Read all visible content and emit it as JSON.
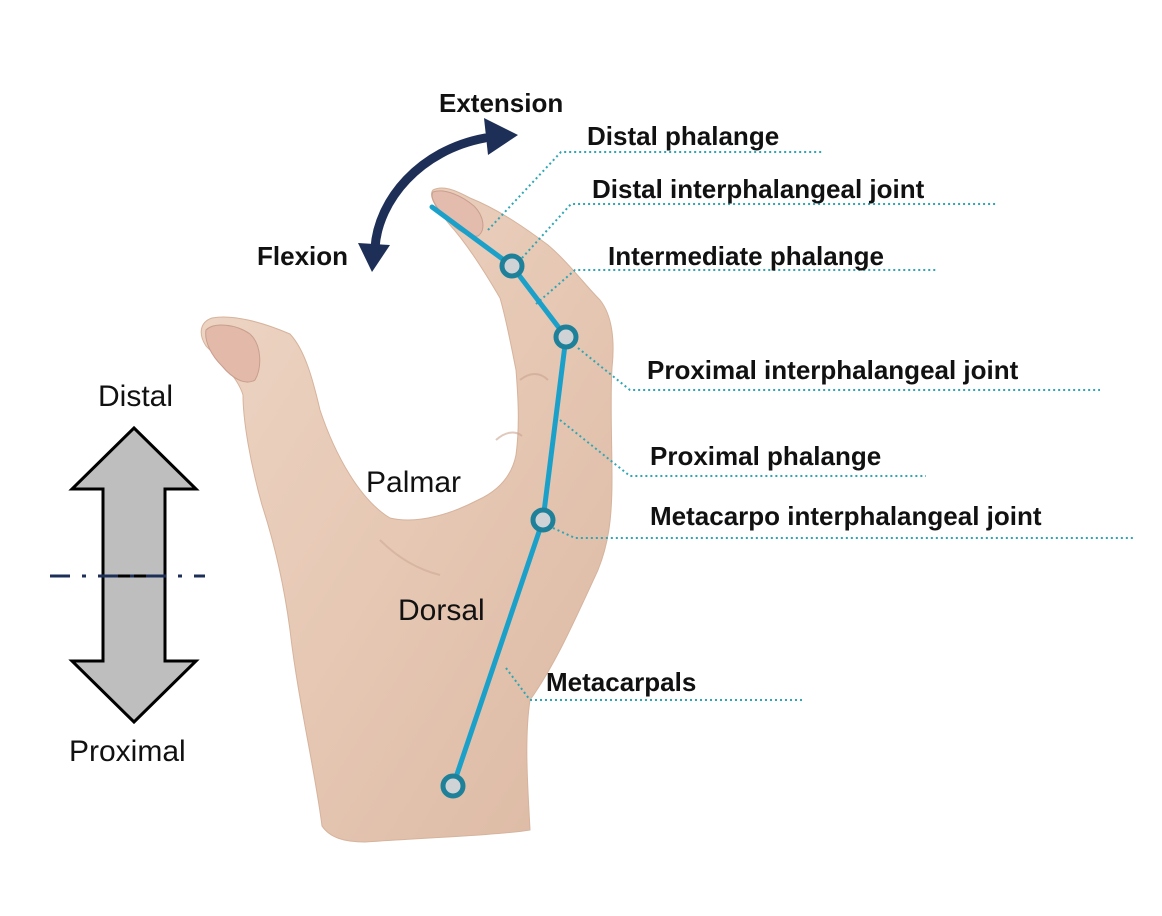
{
  "motion": {
    "extension": "Extension",
    "flexion": "Flexion"
  },
  "anatomy_labels": {
    "distal_phalange": "Distal phalange",
    "distal_interphalangeal_joint": "Distal interphalangeal joint",
    "intermediate_phalange": "Intermediate phalange",
    "proximal_interphalangeal_joint": "Proximal interphalangeal joint",
    "proximal_phalange": "Proximal phalange",
    "metacarpo_interphalangeal_joint": "Metacarpo interphalangeal joint",
    "metacarpals": "Metacarpals"
  },
  "regions": {
    "palmar": "Palmar",
    "dorsal": "Dorsal"
  },
  "direction": {
    "distal": "Distal",
    "proximal": "Proximal"
  },
  "colors": {
    "bone_line": "#1BA1C9",
    "joint_ring": "#1E8199",
    "joint_fill": "#D0D3D6",
    "leader_dotted": "#2FA6B5",
    "motion_arrow": "#1E2F57",
    "direction_arrow_fill": "#BEBEBE",
    "skin": "#E7CBB8",
    "divider": "#1E2F57"
  }
}
